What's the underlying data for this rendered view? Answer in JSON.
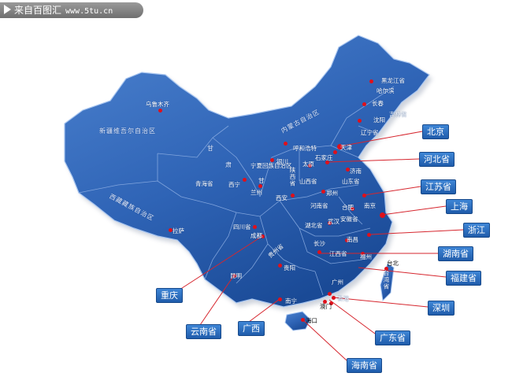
{
  "watermark": {
    "site": "来自百图汇",
    "url": "www.5tu.cn"
  },
  "accent_colors": {
    "map_fill": "#2b5fb2",
    "border": "#9fc0ee",
    "marker": "#e0101a",
    "tag_fill": "#2d6fc3"
  },
  "region_labels": {
    "heilongjiang": "黑龙江省",
    "harbin": "哈尔滨",
    "changchun": "长春",
    "jilin": "吉林省",
    "shenyang": "沈阳",
    "liaoning": "辽宁省",
    "inner_mongolia": "内蒙古自治区",
    "hohhot": "呼和浩特",
    "tianjin": "天津",
    "shijiazhuang": "石家庄",
    "taiyuan": "太原",
    "jinan": "济南",
    "shandong": "山东省",
    "shanxi": "山西省",
    "yinchuan": "银川",
    "ningxia": "宁夏回族自治区",
    "gansu_a": "甘",
    "gansu_b": "肃",
    "gan_short": "甘",
    "shaanxi": "陕西省",
    "xining": "西宁",
    "lanzhou": "兰州",
    "qinghai": "青海省",
    "xian": "西安",
    "zhengzhou": "郑州",
    "henan": "河南省",
    "hefei": "合肥",
    "nanjing": "南京",
    "anhui": "安徽省",
    "wuhan": "武汉",
    "hubei": "湖北省",
    "changsha": "长沙",
    "nanchang": "南昌",
    "jiangxi": "江西省",
    "fuzhou": "福州",
    "taipei": "台北",
    "taiwan": "台湾省",
    "guangzhou": "广州",
    "hongkong": "香港",
    "macau": "澳门",
    "nanning": "南宁",
    "haikou": "海口",
    "guiyang": "贵阳",
    "guizhou": "贵州省",
    "kunming": "昆明",
    "chengdu": "成都",
    "sichuan": "四川省",
    "lhasa": "拉萨",
    "tibet": "西藏藏族自治区",
    "urumqi": "乌鲁木齐",
    "xinjiang": "新疆维吾尔自治区"
  },
  "callouts": {
    "beijing": "北京",
    "hebei": "河北省",
    "jiangsu": "江苏省",
    "shanghai": "上海",
    "zhejiang": "浙江",
    "hunan": "湖南省",
    "fujian": "福建省",
    "shenzhen": "深圳",
    "guangdong": "广东省",
    "hainan": "海南省",
    "guangxi": "广西",
    "yunnan": "云南省",
    "chongqing": "重庆"
  }
}
